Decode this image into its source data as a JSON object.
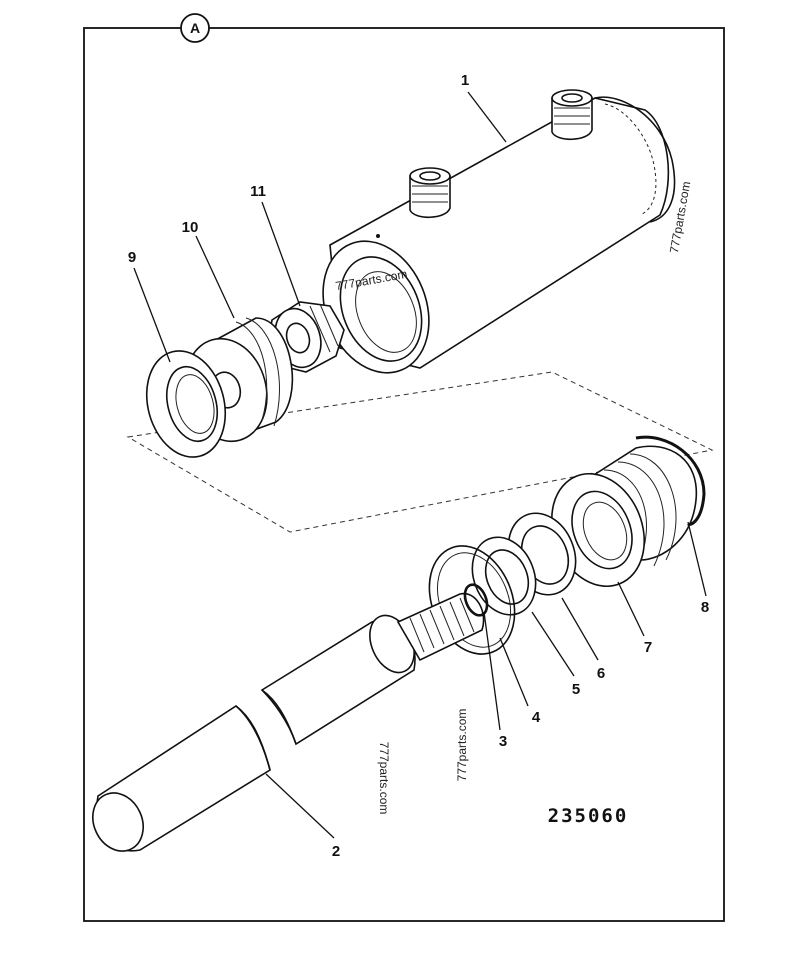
{
  "sheet_label": "A",
  "drawing_number": "235060",
  "watermarks": [
    "777parts.com",
    "777parts.com",
    "777parts.com",
    "777parts.com"
  ],
  "parts": [
    {
      "number": "1"
    },
    {
      "number": "2"
    },
    {
      "number": "3"
    },
    {
      "number": "4"
    },
    {
      "number": "5"
    },
    {
      "number": "6"
    },
    {
      "number": "7"
    },
    {
      "number": "8"
    },
    {
      "number": "9"
    },
    {
      "number": "10"
    },
    {
      "number": "11"
    }
  ]
}
